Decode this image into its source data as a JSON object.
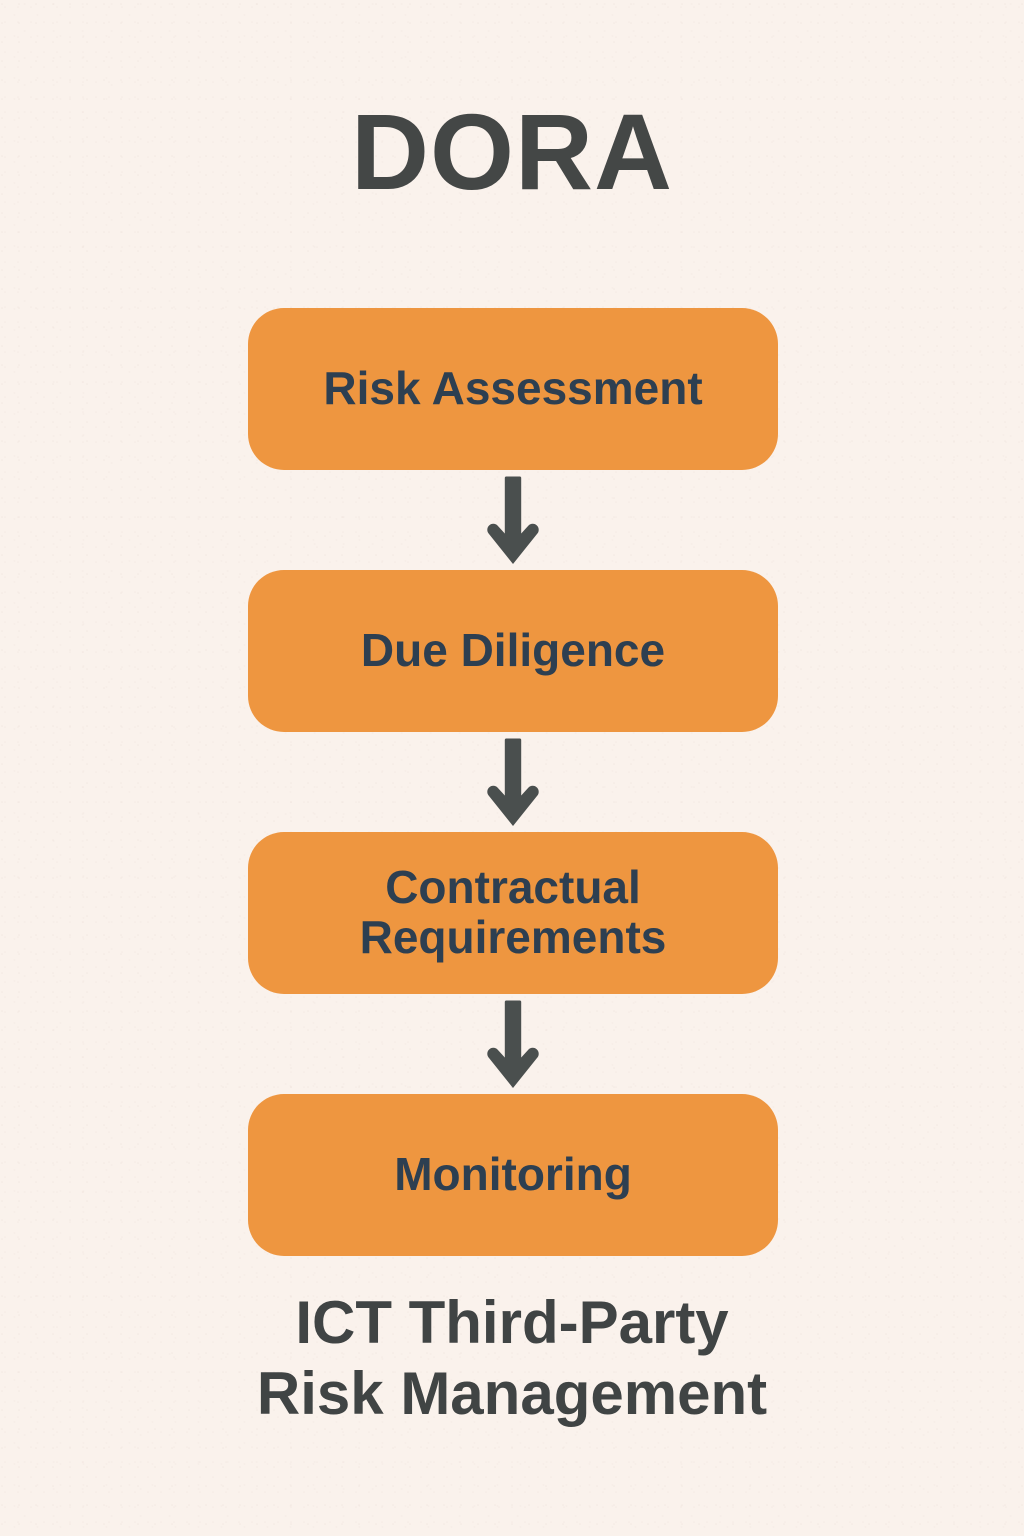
{
  "colors": {
    "background": "#faf2ec",
    "node_fill": "#ee9640",
    "node_text": "#2d3f51",
    "title_text": "#444746",
    "caption_text": "#404444",
    "arrow": "#4a4f4e"
  },
  "title": "DORA",
  "flow": {
    "nodes": [
      {
        "label": "Risk Assessment",
        "lines": [
          "Risk Assessment"
        ]
      },
      {
        "label": "Due Diligence",
        "lines": [
          "Due Diligence"
        ]
      },
      {
        "label": "Contractual Requirements",
        "lines": [
          "Contractual",
          "Requirements"
        ]
      },
      {
        "label": "Monitoring",
        "lines": [
          "Monitoring"
        ]
      }
    ],
    "connectors": [
      {
        "icon": "arrow-down-icon"
      },
      {
        "icon": "arrow-down-icon"
      },
      {
        "icon": "arrow-down-icon"
      }
    ]
  },
  "caption": {
    "line1": "ICT Third-Party",
    "line2": "Risk Management"
  }
}
